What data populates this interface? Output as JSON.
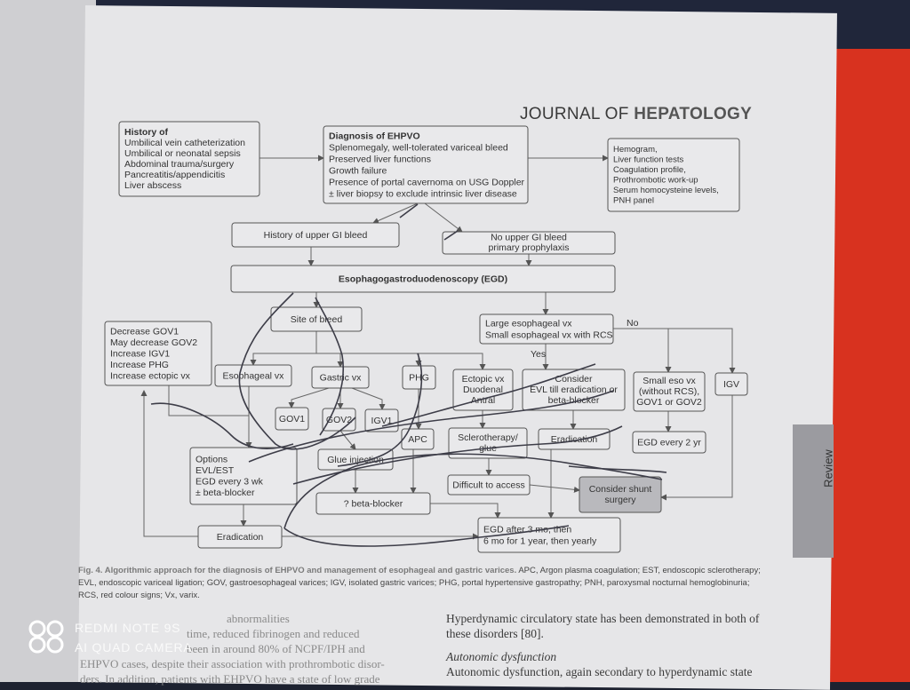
{
  "journal": {
    "prefix": "JOURNAL OF ",
    "name": "HEPATOLOGY"
  },
  "side_tab": "Review",
  "boxes": {
    "history": {
      "title": "History of",
      "lines": [
        "Umbilical vein catheterization",
        "Umbilical or neonatal sepsis",
        "Abdominal trauma/surgery",
        "Pancreatitis/appendicitis",
        "Liver abscess"
      ]
    },
    "diagnosis": {
      "title": "Diagnosis of EHPVO",
      "lines": [
        "Splenomegaly, well-tolerated variceal bleed",
        "Preserved liver functions",
        "Growth failure",
        "Presence of portal cavernoma on USG Doppler",
        "± liver biopsy to exclude intrinsic liver disease"
      ]
    },
    "tests": {
      "lines": [
        "Hemogram,",
        "Liver function tests",
        "Coagulation profile,",
        "Prothrombotic work-up",
        "Serum homocysteine levels,",
        "PNH panel"
      ]
    },
    "gi_bleed": "History of upper GI bleed",
    "no_gi_bleed": [
      "No upper GI bleed",
      "primary prophylaxis"
    ],
    "egd": "Esophagogastroduodenoscopy (EGD)",
    "site": "Site of bleed",
    "decrease": [
      "Decrease GOV1",
      "May decrease GOV2",
      "Increase IGV1",
      "Increase PHG",
      "Increase ectopic vx"
    ],
    "large_vx": [
      "Large esophageal vx",
      "Small esophageal vx with RCS"
    ],
    "no_label": "No",
    "yes_label": "Yes",
    "esoph_vx": "Esophageal vx",
    "gastric_vx": "Gastric vx",
    "phg": "PHG",
    "ectopic": [
      "Ectopic vx",
      "Duodenal",
      "Antral"
    ],
    "consider_evl": [
      "Consider",
      "EVL till eradication or",
      "beta-blocker"
    ],
    "small_eso": [
      "Small eso vx",
      "(without RCS),",
      "GOV1 or GOV2"
    ],
    "igv": "IGV",
    "gov1": "GOV1",
    "gov2": "GOV2",
    "igv1": "IGV1",
    "apc": "APC",
    "sclero": [
      "Sclerotherapy/",
      "glue"
    ],
    "eradication_right": "Eradication",
    "egd_2yr": "EGD every 2 yr",
    "options": [
      "Options",
      "EVL/EST",
      "EGD every 3 wk",
      "± beta-blocker"
    ],
    "glue": "Glue injection",
    "difficult": "Difficult to access",
    "shunt": [
      "Consider shunt",
      "surgery"
    ],
    "beta_blocker": "? beta-blocker",
    "eradication_left": "Eradication",
    "egd_3mo": [
      "EGD after 3 mo, then",
      "6 mo for 1 year, then yearly"
    ]
  },
  "caption": {
    "lead": "Fig. 4. Algorithmic approach for the diagnosis of EHPVO and management of esophageal and gastric varices.",
    "body": " APC, Argon plasma coagulation; EST, endoscopic sclerotherapy; EVL, endoscopic variceal ligation; GOV, gastroesophageal varices; IGV, isolated gastric varices; PHG, portal hypertensive gastropathy; PNH, paroxysmal nocturnal hemoglobinuria; RCS, red colour signs; Vx, varix."
  },
  "body_text": {
    "left": [
      "abnormalities",
      "time, reduced fibrinogen and reduced",
      "been in around 80% of NCPF/IPH and",
      "EHPVO cases, despite their association with prothrombotic disor-",
      "ders. In addition, patients with EHPVO have a state of low grade"
    ],
    "right_para": "Hyperdynamic circulatory state has been demonstrated in both of these disorders [80].",
    "right_sub": "Autonomic dysfunction",
    "right_line": "Autonomic dysfunction, again secondary to hyperdynamic state"
  },
  "watermark": {
    "line1": "REDMI NOTE 9S",
    "line2": "AI QUAD CAMERA"
  }
}
